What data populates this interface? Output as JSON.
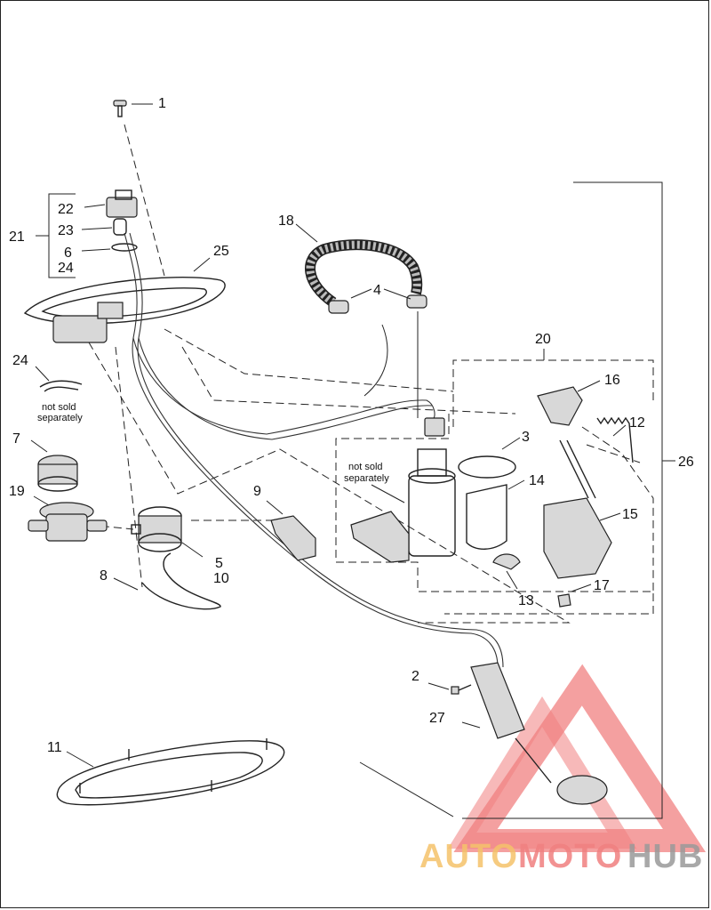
{
  "callouts": [
    "1",
    "2",
    "3",
    "4",
    "5",
    "6",
    "7",
    "8",
    "9",
    "10",
    "11",
    "12",
    "13",
    "14",
    "15",
    "16",
    "17",
    "18",
    "19",
    "20",
    "21",
    "22",
    "23",
    "24",
    "25",
    "26",
    "27"
  ],
  "labels": {
    "n1": "1",
    "n2": "2",
    "n3": "3",
    "n4": "4",
    "n5": "5",
    "n6": "6",
    "n7": "7",
    "n8": "8",
    "n9": "9",
    "n10": "10",
    "n11": "11",
    "n12": "12",
    "n13": "13",
    "n14": "14",
    "n15": "15",
    "n16": "16",
    "n17": "17",
    "n18": "18",
    "n19": "19",
    "n20": "20",
    "n21": "21",
    "n22": "22",
    "n23": "23",
    "n24a": "24",
    "n24b": "24",
    "n25": "25",
    "n26": "26",
    "n27": "27"
  },
  "notes": {
    "not_sold_left_1": "not sold",
    "not_sold_left_2": "separately",
    "not_sold_center_1": "not sold",
    "not_sold_center_2": "separately"
  },
  "watermark": {
    "word_auto": "AUTO",
    "word_moto": "MOTO",
    "word_hub": "HUB",
    "colors": {
      "auto": "#f5c26b",
      "moto": "#f08080",
      "hub": "#9a9a9a",
      "triangle": "#f08080"
    }
  }
}
